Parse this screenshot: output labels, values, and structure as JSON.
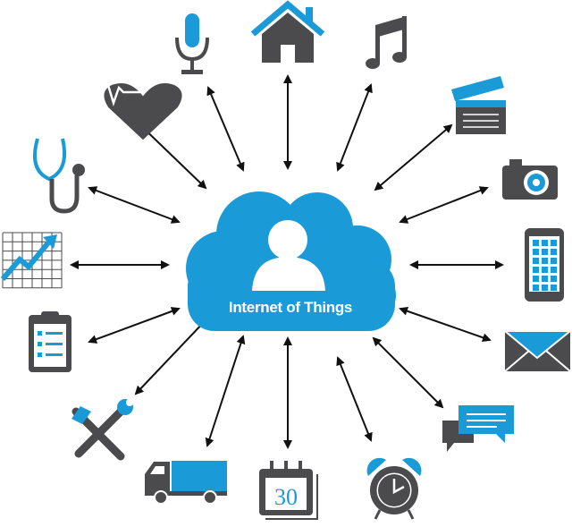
{
  "center": {
    "label": "Internet of Things"
  },
  "calendar": {
    "day": "30"
  },
  "colors": {
    "blue": "#1b9ad8",
    "gray": "#4b4b4d",
    "arrow": "#111111"
  },
  "devices": [
    "microphone",
    "home",
    "music",
    "clapperboard",
    "camera",
    "smartphone",
    "email",
    "chat",
    "alarm-clock",
    "calendar",
    "delivery-truck",
    "tools",
    "clipboard",
    "growth-chart",
    "stethoscope",
    "heart-rate"
  ]
}
